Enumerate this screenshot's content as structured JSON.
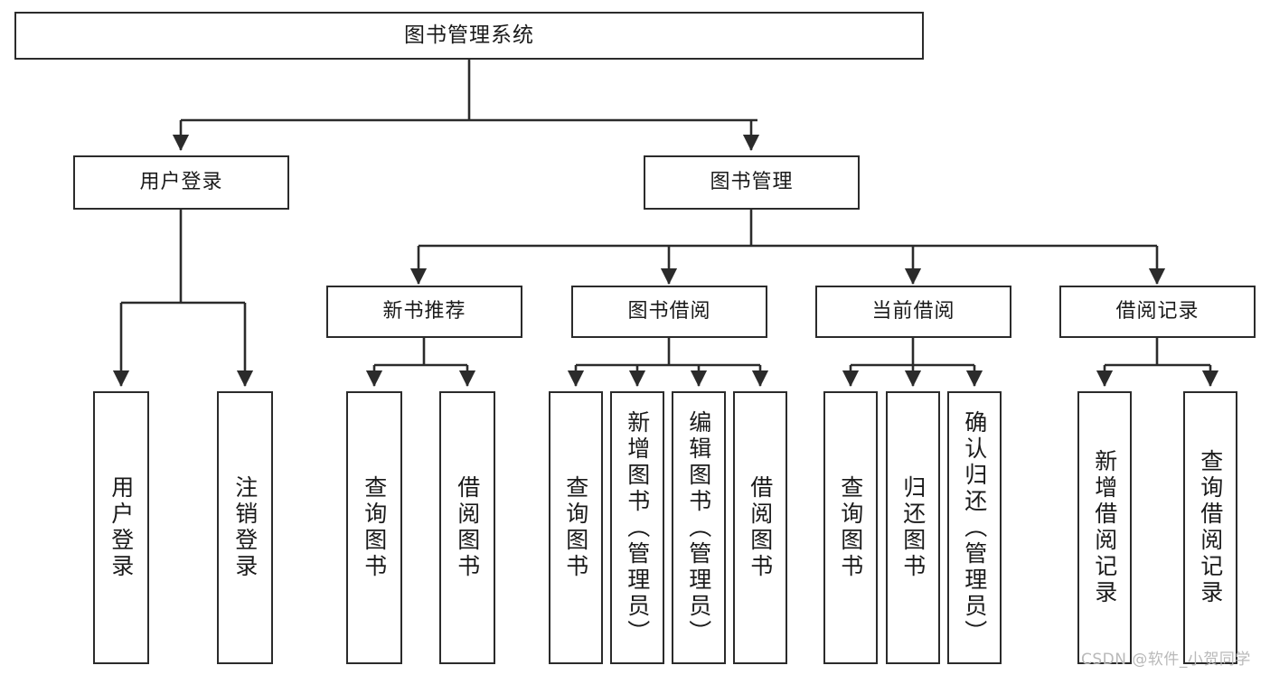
{
  "diagram": {
    "title": "图书管理系统",
    "type": "tree-hierarchy-diagram",
    "background_color": "#ffffff",
    "line_color": "#2b2b2b",
    "text_color": "#1a1a1a"
  },
  "root": {
    "label": "图书管理系统"
  },
  "level2": [
    {
      "label": "用户登录"
    },
    {
      "label": "图书管理"
    }
  ],
  "level3": [
    {
      "label": "新书推荐"
    },
    {
      "label": "图书借阅"
    },
    {
      "label": "当前借阅"
    },
    {
      "label": "借阅记录"
    }
  ],
  "leaves": {
    "user_login": [
      {
        "label": "用户登录"
      },
      {
        "label": "注销登录"
      }
    ],
    "new_book_recommend": [
      {
        "label": "查询图书"
      },
      {
        "label": "借阅图书"
      }
    ],
    "book_borrow": [
      {
        "label": "查询图书"
      },
      {
        "label": "新增图书（管理员）"
      },
      {
        "label": "编辑图书（管理员）"
      },
      {
        "label": "借阅图书"
      }
    ],
    "current_borrow": [
      {
        "label": "查询图书"
      },
      {
        "label": "归还图书"
      },
      {
        "label": "确认归还（管理员）"
      }
    ],
    "borrow_record": [
      {
        "label": "新增借阅记录"
      },
      {
        "label": "查询借阅记录"
      }
    ]
  },
  "watermark": {
    "text": "CSDN @软件_小贺同学",
    "color": "#b9b9b9"
  }
}
